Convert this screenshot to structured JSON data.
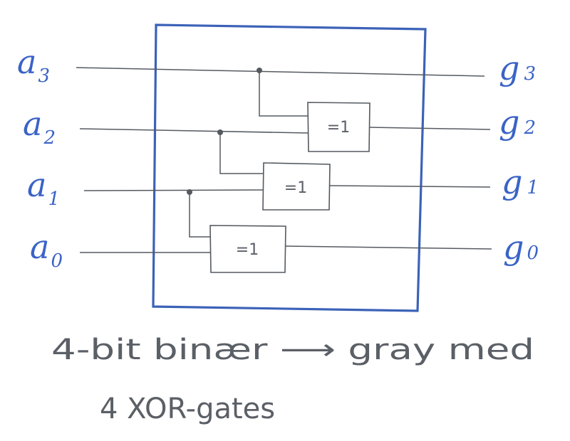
{
  "colors": {
    "frame": "#3b62b8",
    "ink_blue": "#3a63c6",
    "ink_gray": "#555a60"
  },
  "diagram": {
    "inputs": [
      {
        "id": "a3",
        "letter": "a",
        "sub": "3"
      },
      {
        "id": "a2",
        "letter": "a",
        "sub": "2"
      },
      {
        "id": "a1",
        "letter": "a",
        "sub": "1"
      },
      {
        "id": "a0",
        "letter": "a",
        "sub": "0"
      }
    ],
    "outputs": [
      {
        "id": "g3",
        "letter": "g",
        "sub": "3"
      },
      {
        "id": "g2",
        "letter": "g",
        "sub": "2"
      },
      {
        "id": "g1",
        "letter": "g",
        "sub": "1"
      },
      {
        "id": "g0",
        "letter": "g",
        "sub": "0"
      }
    ],
    "gates": [
      {
        "id": "xor-g2",
        "label": "=1"
      },
      {
        "id": "xor-g1",
        "label": "=1"
      },
      {
        "id": "xor-g0",
        "label": "=1"
      }
    ],
    "caption": {
      "line1": "4-bit binær  ⟶  gray med",
      "line2": "4 XOR-gates"
    }
  }
}
